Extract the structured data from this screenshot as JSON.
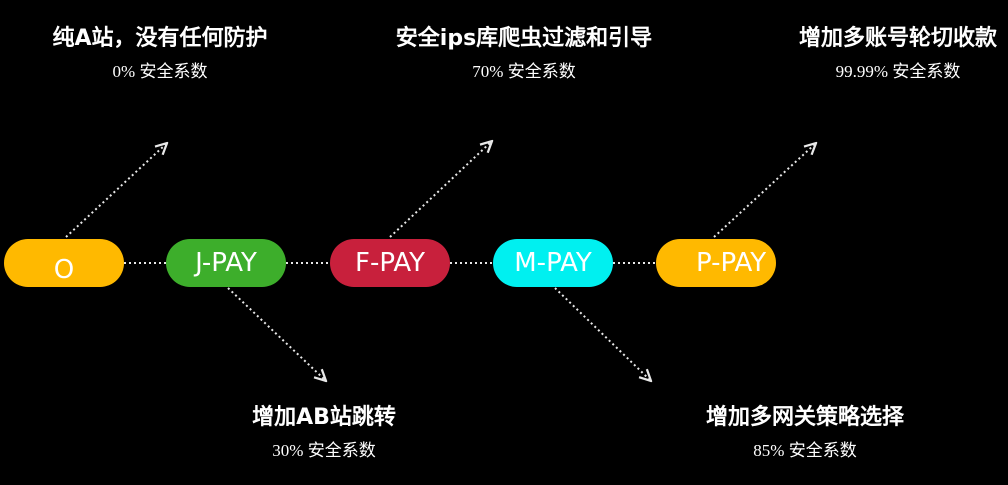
{
  "colors": {
    "background": "#000000",
    "connector": "#e8e8e8",
    "text": "#ffffff"
  },
  "nodes": [
    {
      "label": "O",
      "color": "#ffb900"
    },
    {
      "label": "J-PAY",
      "color": "#3dae2b"
    },
    {
      "label": "F-PAY",
      "color": "#c8203c"
    },
    {
      "label": "M-PAY",
      "color": "#00f0f0"
    },
    {
      "label": "P-PAY",
      "color": "#ffb900"
    }
  ],
  "labels": [
    {
      "title": "纯A站，没有任何防护",
      "subtitle": "0% 安全系数"
    },
    {
      "title": "安全ips库爬虫过滤和引导",
      "subtitle": "70% 安全系数"
    },
    {
      "title": "增加多账号轮切收款",
      "subtitle": "99.99% 安全系数"
    },
    {
      "title": "增加AB站跳转",
      "subtitle": "30% 安全系数"
    },
    {
      "title": "增加多网关策略选择",
      "subtitle": "85% 安全系数"
    }
  ]
}
